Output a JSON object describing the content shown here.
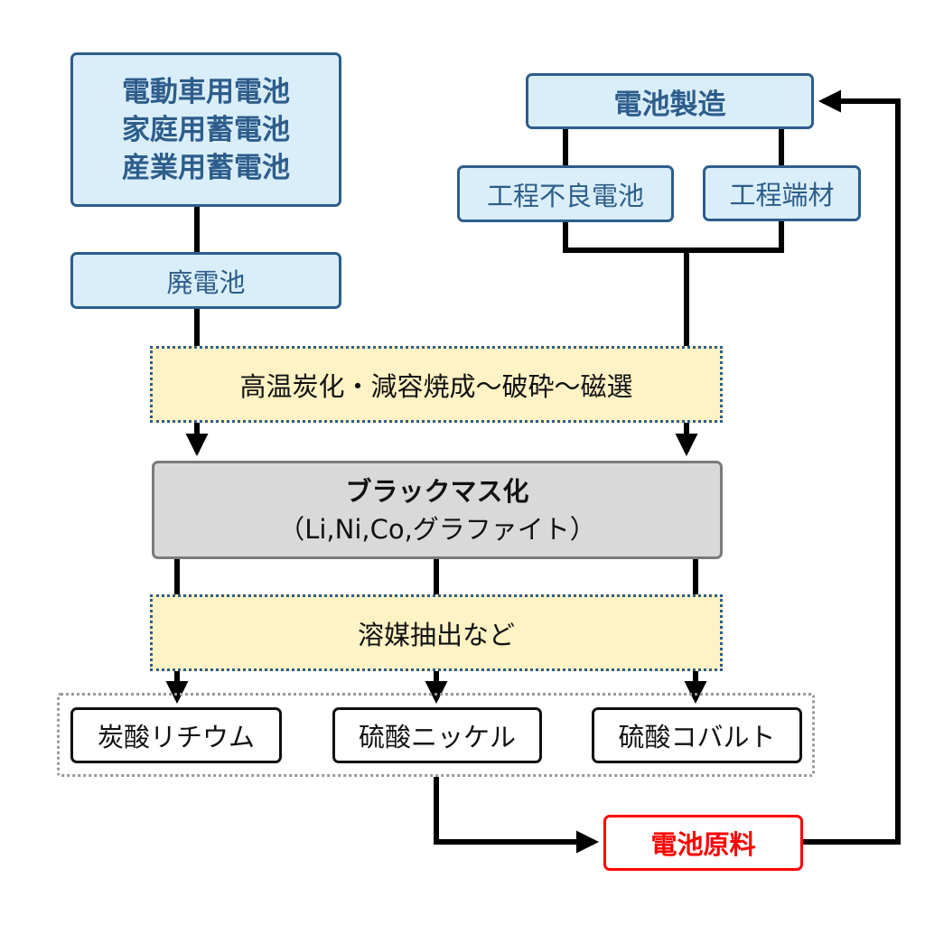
{
  "diagram": {
    "sources": {
      "lines": [
        "電動車用電池",
        "家庭用蓄電池",
        "産業用蓄電池"
      ]
    },
    "waste_battery": "廃電池",
    "manufacturing": "電池製造",
    "defective_battery": "工程不良電池",
    "process_scrap": "工程端材",
    "pretreatment": "高温炭化・減容焼成〜破砕〜磁選",
    "black_mass": {
      "title": "ブラックマス化",
      "subtitle": "（Li,Ni,Co,グラファイト）"
    },
    "extraction": "溶媒抽出など",
    "products": [
      "炭酸リチウム",
      "硫酸ニッケル",
      "硫酸コバルト"
    ],
    "raw_material": "電池原料"
  },
  "colors": {
    "blue_fill": "#d9eef9",
    "blue_border": "#2e5d8b",
    "yellow_fill": "#fff2c4",
    "gray_fill": "#d9d9d9",
    "highlight_red": "#ff0000"
  }
}
